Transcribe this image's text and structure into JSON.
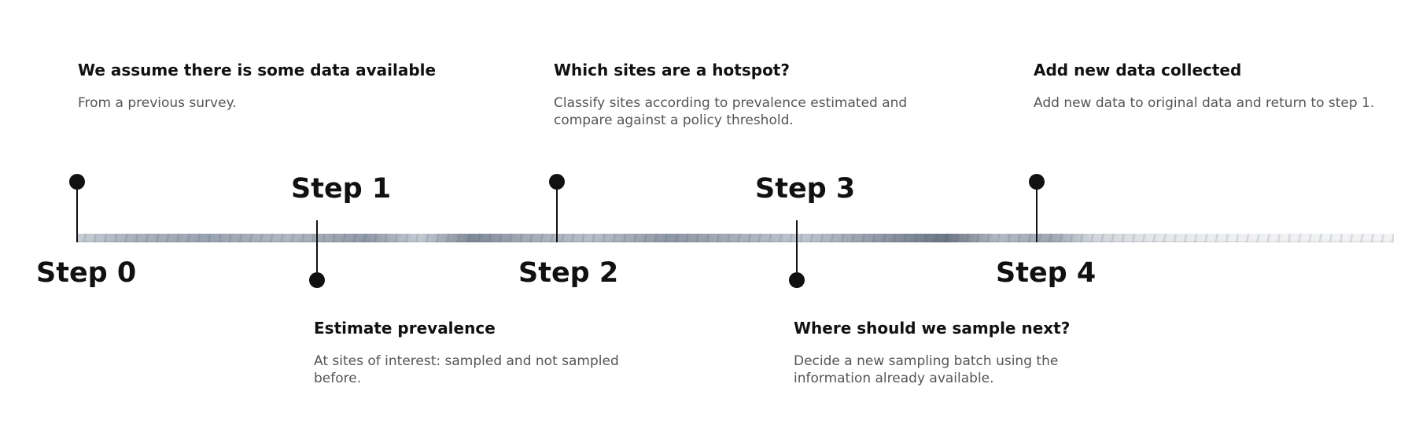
{
  "timeline": {
    "steps": [
      {
        "label": "Step 0",
        "title": "We assume there is some data available",
        "description": "From a previous survey."
      },
      {
        "label": "Step 1",
        "title": "Estimate prevalence",
        "description": "At sites of interest: sampled and not sampled before."
      },
      {
        "label": "Step 2",
        "title": "Which sites are a hotspot?",
        "description": "Classify sites according to prevalence estimated and compare against a policy threshold."
      },
      {
        "label": "Step 3",
        "title": "Where should we sample next?",
        "description": "Decide a new sampling batch using the information already available."
      },
      {
        "label": "Step 4",
        "title": "Add new data collected",
        "description": "Add new data to original data and return to step 1."
      }
    ]
  }
}
